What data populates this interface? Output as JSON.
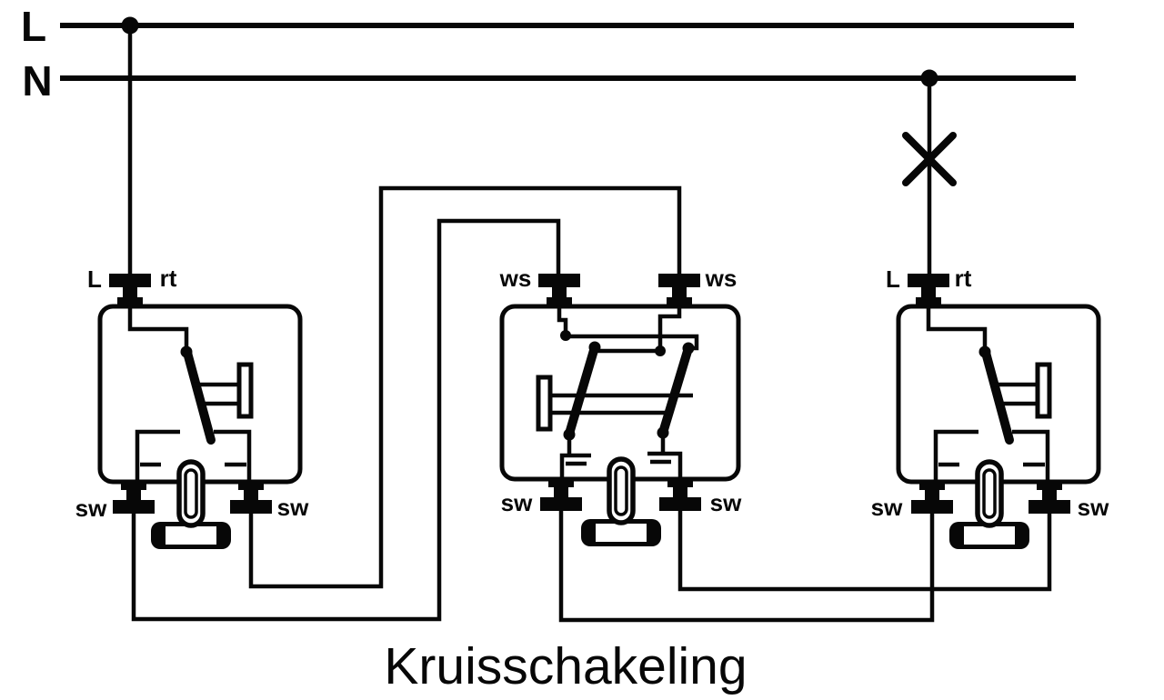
{
  "diagram": {
    "title": "Kruisschakeling",
    "supply": {
      "phase_label": "L",
      "neutral_label": "N"
    },
    "switches": [
      {
        "id": "left",
        "top_left": "L",
        "top_right": "rt",
        "bottom_left": "sw",
        "bottom_right": "sw"
      },
      {
        "id": "middle",
        "top_left": "ws",
        "top_right": "ws",
        "bottom_left": "sw",
        "bottom_right": "sw"
      },
      {
        "id": "right",
        "top_left": "L",
        "top_right": "rt",
        "bottom_left": "sw",
        "bottom_right": "sw"
      }
    ],
    "symbols": {
      "lamp": "cross-lamp-symbol"
    },
    "colors": {
      "line": "#070707",
      "background": "#ffffff"
    }
  }
}
